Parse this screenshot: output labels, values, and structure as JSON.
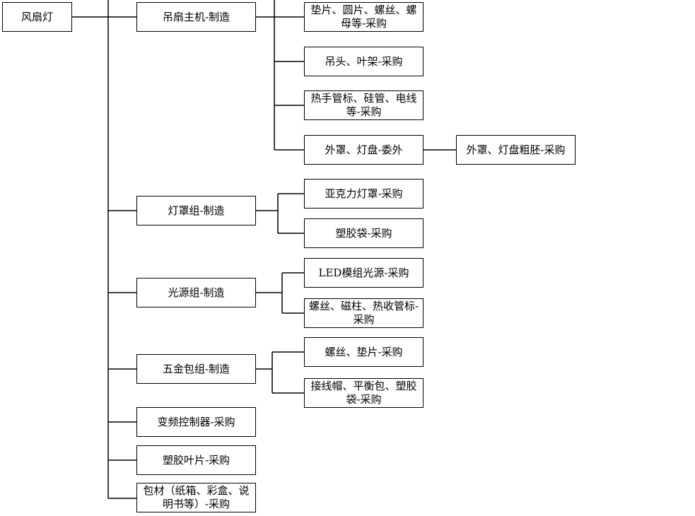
{
  "diagram": {
    "root": "风扇灯",
    "level1": [
      "吊扇主机-制造",
      "灯罩组-制造",
      "光源组-制造",
      "五金包组-制造",
      "变频控制器-采购",
      "塑胶叶片-采购",
      "包材（纸箱、彩盒、说明书等）-采购"
    ],
    "level2": [
      "垫片、圆片、螺丝、螺母等-采购",
      "吊头、叶架-采购",
      "热手管标、硅管、电线等-采购",
      "外罩、灯盘-委外",
      "亚克力灯罩-采购",
      "塑胶袋-采购",
      "LED模组光源-采购",
      "螺丝、磁柱、热收管标-采购",
      "螺丝、垫片-采购",
      "接线帽、平衡包、塑胶袋-采购"
    ],
    "level3": [
      "外罩、灯盘粗胚-采购"
    ]
  }
}
